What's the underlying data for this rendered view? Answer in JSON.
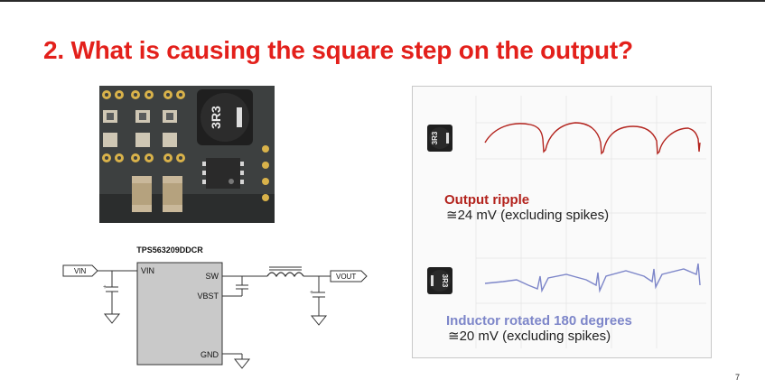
{
  "slide": {
    "title": "2. What is causing the square step on the output?",
    "page_number": "7"
  },
  "photo": {
    "inductor_marking": "3R3"
  },
  "schematic": {
    "part_number": "TPS563209DDCR",
    "vin_port": "VIN",
    "vout_port": "VOUT",
    "pins": {
      "vin": "VIN",
      "sw": "SW",
      "vbst": "VBST",
      "gnd": "GND"
    }
  },
  "scope": {
    "top": {
      "inductor_marking": "3R3",
      "heading": "Output ripple",
      "value": "≅24 mV (excluding spikes)",
      "trace_color": "#b3231d"
    },
    "bottom": {
      "inductor_marking": "3R3",
      "heading": "Inductor rotated 180 degrees",
      "value": "≅20 mV (excluding spikes)",
      "trace_color": "#7d86c9"
    }
  }
}
